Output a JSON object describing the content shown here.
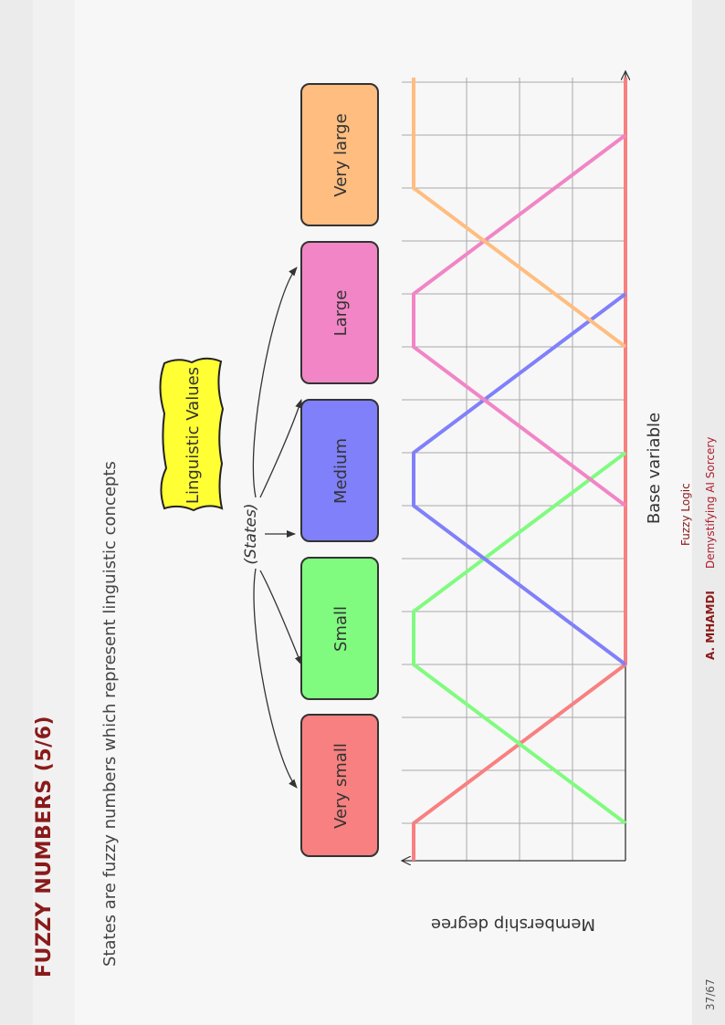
{
  "header": {
    "section": "Fuzzy Logic"
  },
  "footer": {
    "page": "37/67",
    "author": "A. MHAMDI",
    "course": "Demystifying AI Sorcery"
  },
  "slide": {
    "title": "Fuzzy Numbers (5/6)",
    "subtitle": "States are fuzzy numbers which represent linguistic concepts"
  },
  "diagram": {
    "linguistic_label": "Linguistic Values",
    "states_label": "(States)",
    "states": [
      {
        "label": "Very small",
        "color": "#f88080"
      },
      {
        "label": "Small",
        "color": "#80fb80"
      },
      {
        "label": "Medium",
        "color": "#8080fa"
      },
      {
        "label": "Large",
        "color": "#f185c5"
      },
      {
        "label": "Very large",
        "color": "#ffbd80"
      }
    ],
    "x_axis_label": "Base variable",
    "y_axis_label": "Membership degree",
    "line_colors": [
      "#f88080",
      "#80fb80",
      "#8080fa",
      "#f185c5",
      "#ffbd80"
    ]
  }
}
